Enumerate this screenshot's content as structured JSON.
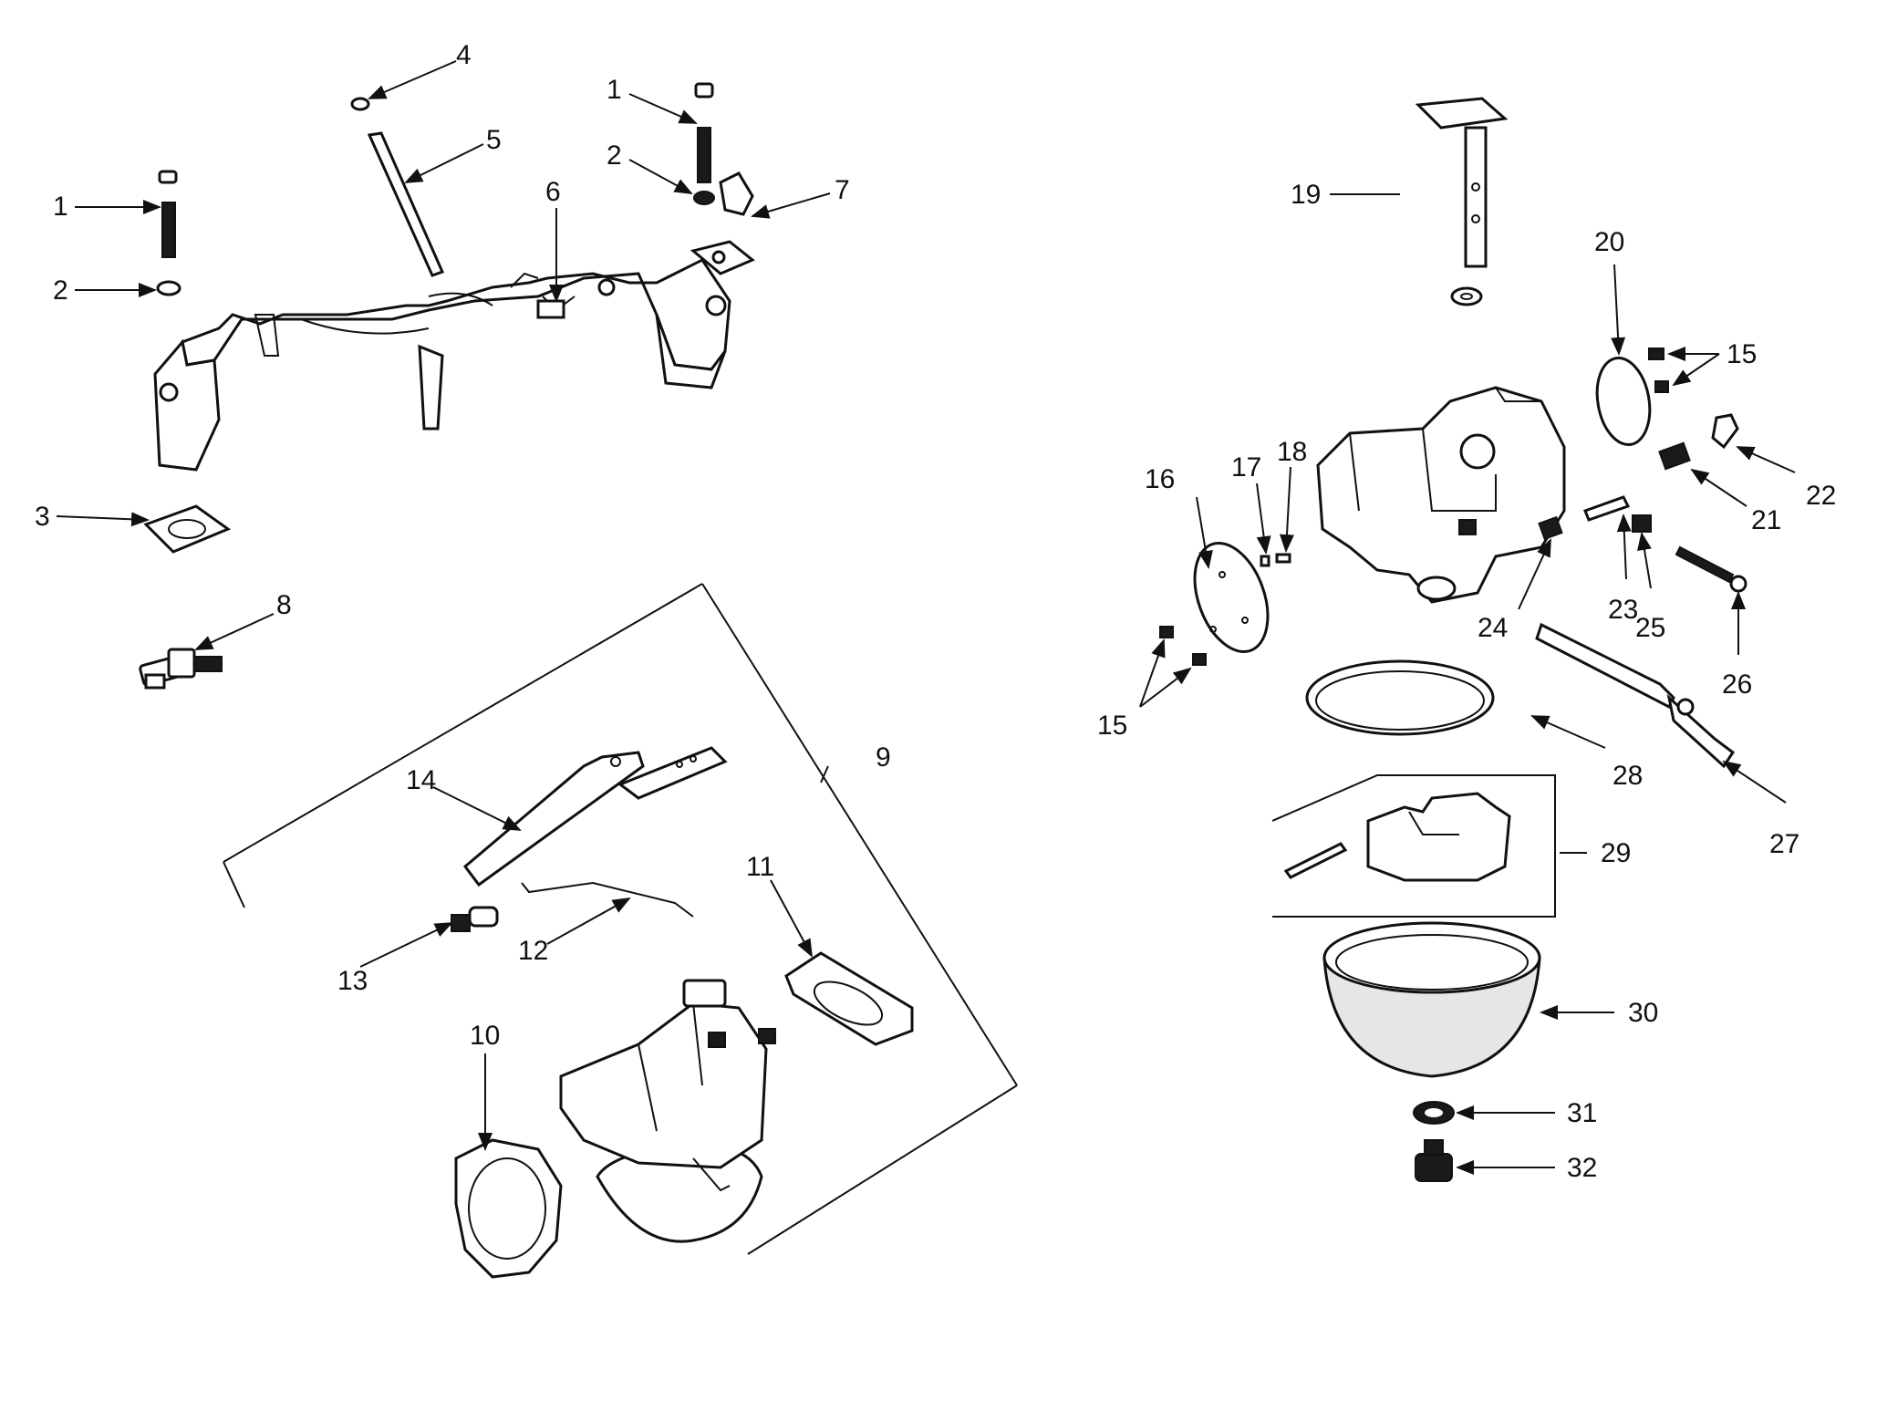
{
  "labels": {
    "c1": "1",
    "c2": "2",
    "c3": "3",
    "c4": "4",
    "c5": "5",
    "c6": "6",
    "c7": "7",
    "c8": "8",
    "c9": "9",
    "c10": "10",
    "c11": "11",
    "c12": "12",
    "c13": "13",
    "c14": "14",
    "c15": "15",
    "c16": "16",
    "c17": "17",
    "c18": "18",
    "c19": "19",
    "c20": "20",
    "c21": "21",
    "c22": "22",
    "c23": "23",
    "c24": "24",
    "c25": "25",
    "c26": "26",
    "c27": "27",
    "c28": "28",
    "c29": "29",
    "c30": "30",
    "c31": "31",
    "c32": "32"
  }
}
